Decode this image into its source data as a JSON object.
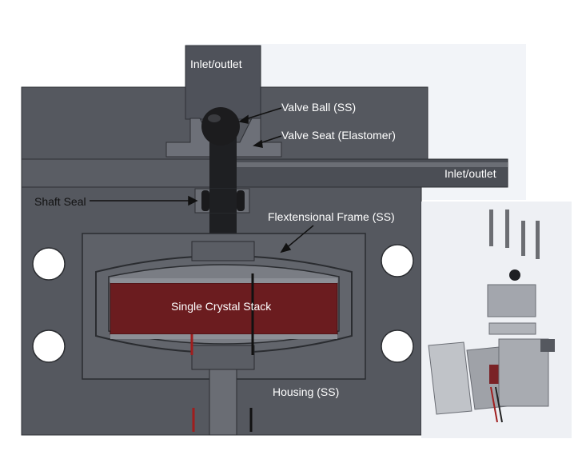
{
  "labels": {
    "inlet_top": "Inlet/outlet",
    "valve_ball": "Valve Ball (SS)",
    "valve_seat": "Valve Seat (Elastomer)",
    "inlet_side": "Inlet/outlet",
    "shaft_seal": "Shaft Seal",
    "flex_frame": "Flextensional Frame (SS)",
    "crystal_stack": "Single Crystal Stack",
    "housing": "Housing (SS)"
  },
  "colors": {
    "housing": "#55585f",
    "housing_dark": "#3f4248",
    "frame": "#6a6d74",
    "crystal": "#6b1c1f",
    "ball": "#1c1c1e",
    "background_panel": "#eef1f6"
  }
}
